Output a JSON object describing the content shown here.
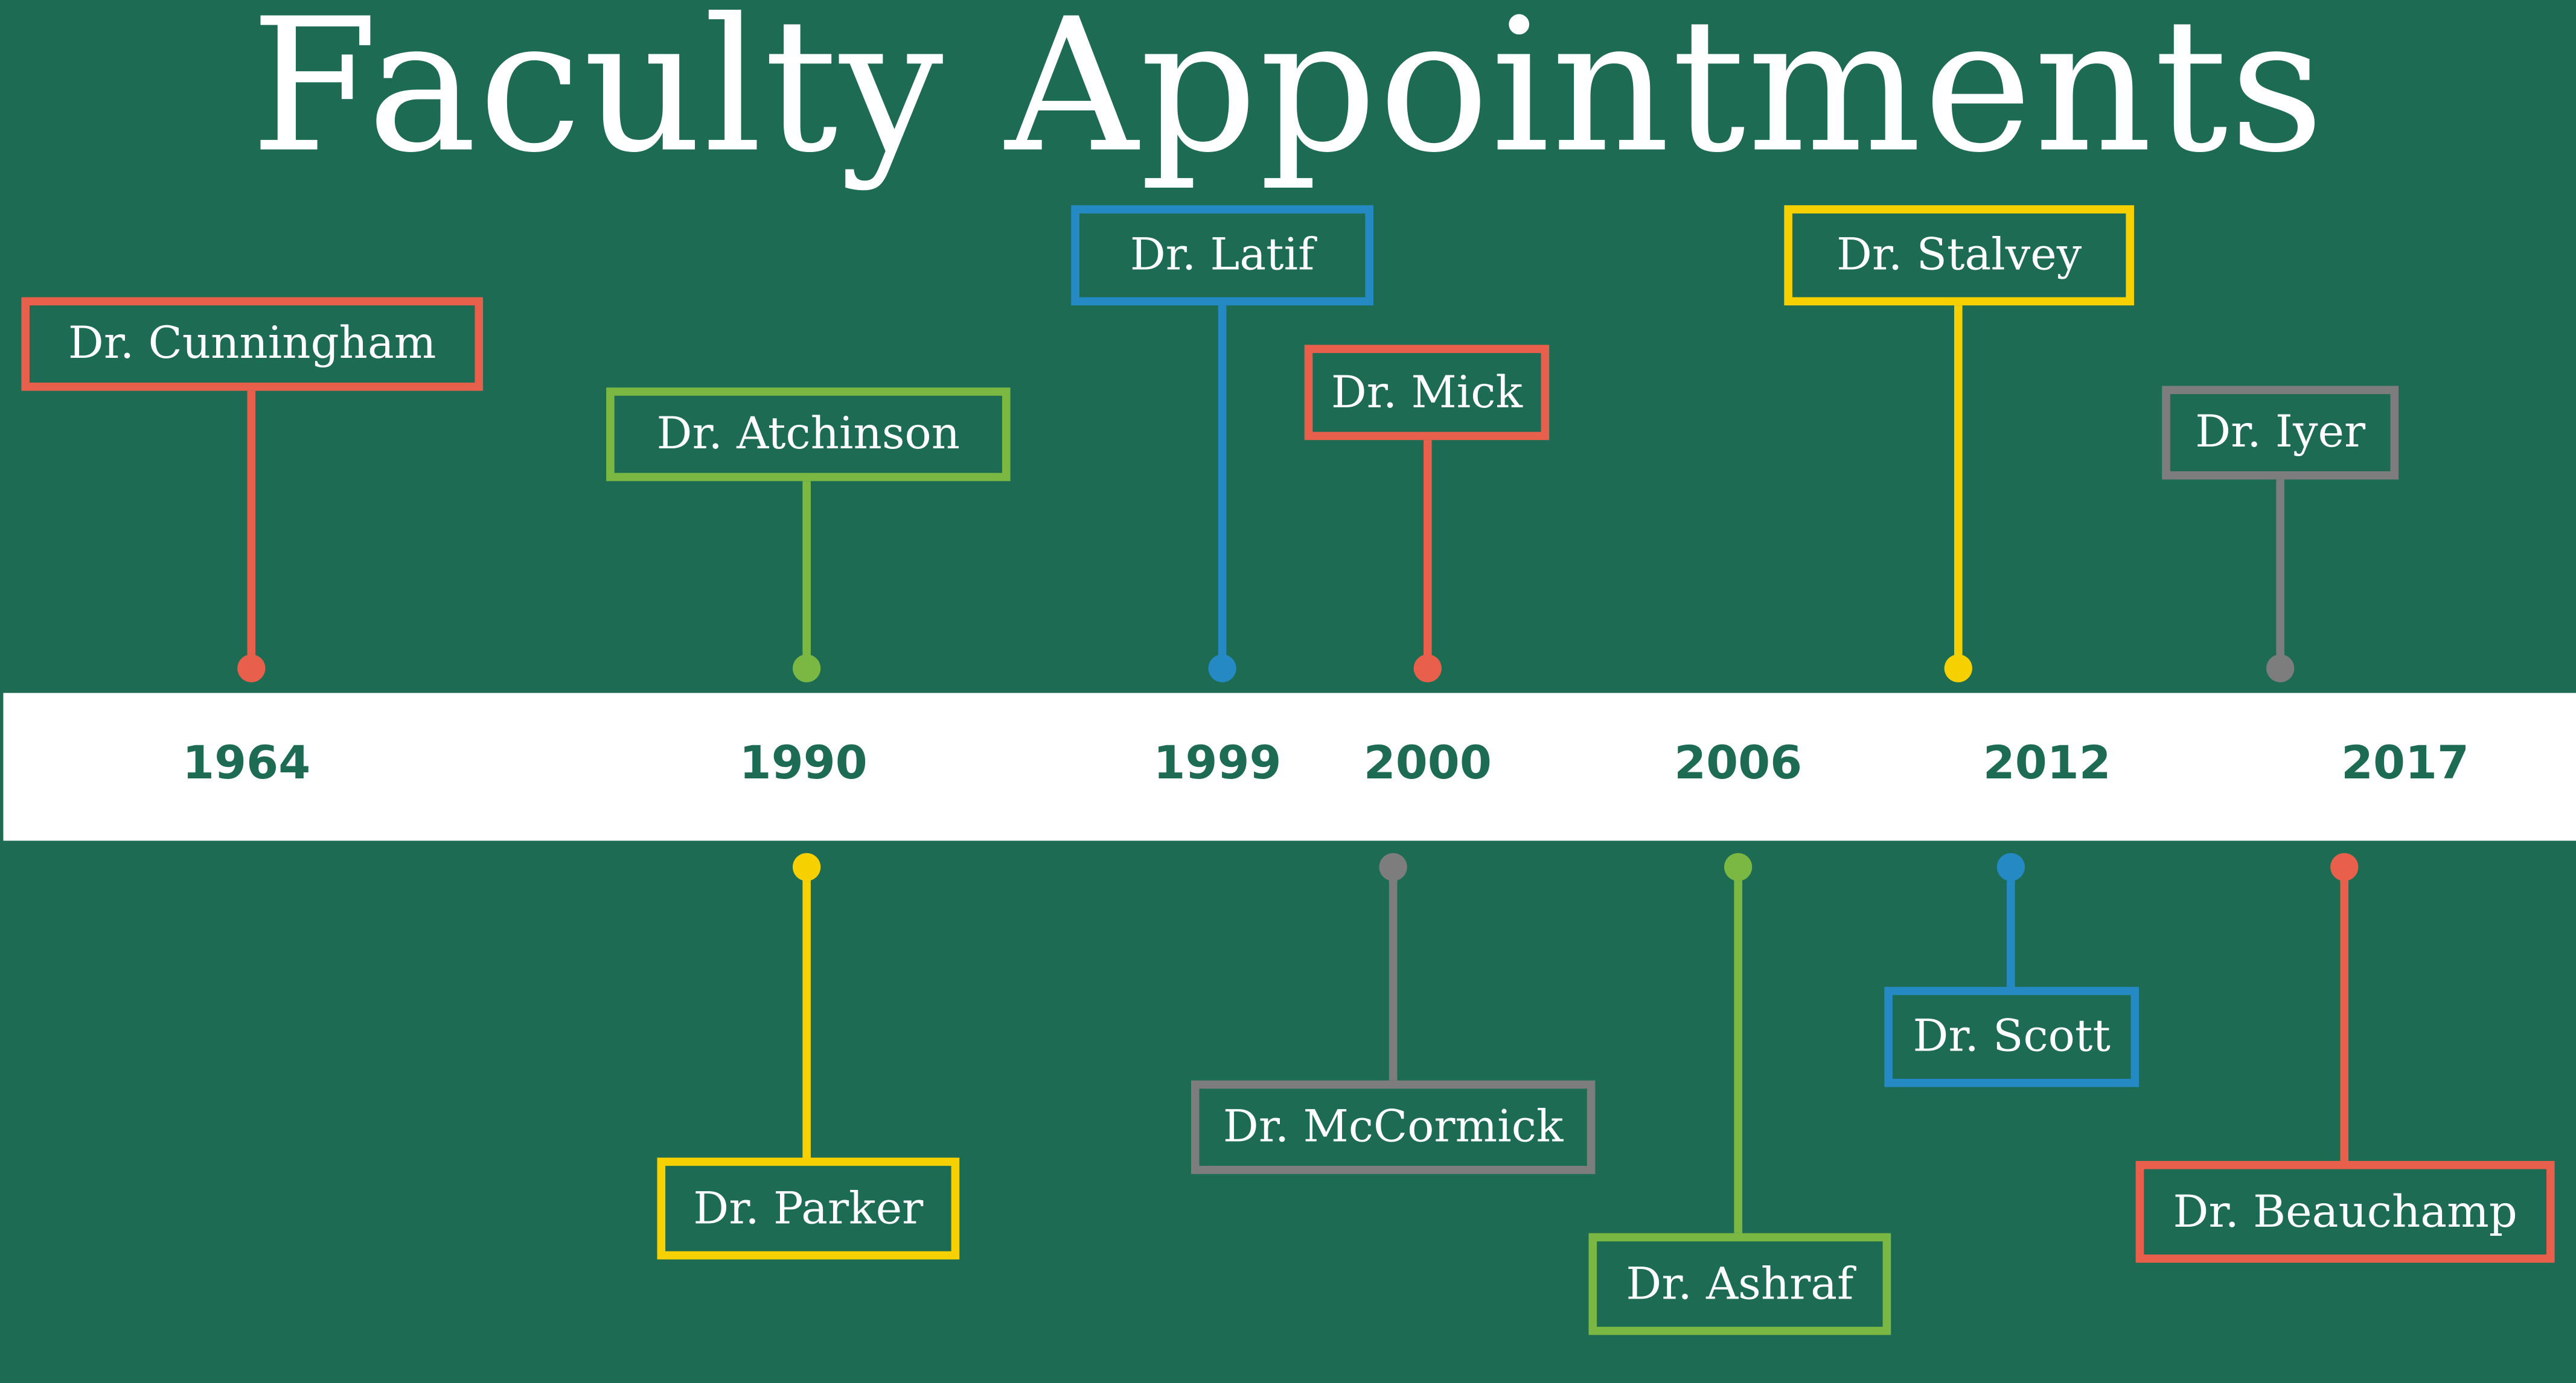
{
  "title": "Faculty Appointments",
  "colors": {
    "background": "#1d6b52",
    "red": "#e8604c",
    "green": "#7ab843",
    "blue": "#2589c4",
    "yellow": "#f7d000",
    "gray": "#7d7d7d"
  },
  "years": [
    "1964",
    "1990",
    "1999",
    "2000",
    "2006",
    "2012",
    "2017"
  ],
  "above": [
    {
      "name": "Dr. Cunningham",
      "color": "#e8604c"
    },
    {
      "name": "Dr. Atchinson",
      "color": "#7ab843"
    },
    {
      "name": "Dr. Latif",
      "color": "#2589c4"
    },
    {
      "name": "Dr. Mick",
      "color": "#e8604c"
    },
    {
      "name": "Dr. Stalvey",
      "color": "#f7d000"
    },
    {
      "name": "Dr. Iyer",
      "color": "#7d7d7d"
    }
  ],
  "below": [
    {
      "name": "Dr. Parker",
      "color": "#f7d000"
    },
    {
      "name": "Dr. McCormick",
      "color": "#7d7d7d"
    },
    {
      "name": "Dr. Ashraf",
      "color": "#7ab843"
    },
    {
      "name": "Dr. Scott",
      "color": "#2589c4"
    },
    {
      "name": "Dr. Beauchamp",
      "color": "#e8604c"
    }
  ]
}
